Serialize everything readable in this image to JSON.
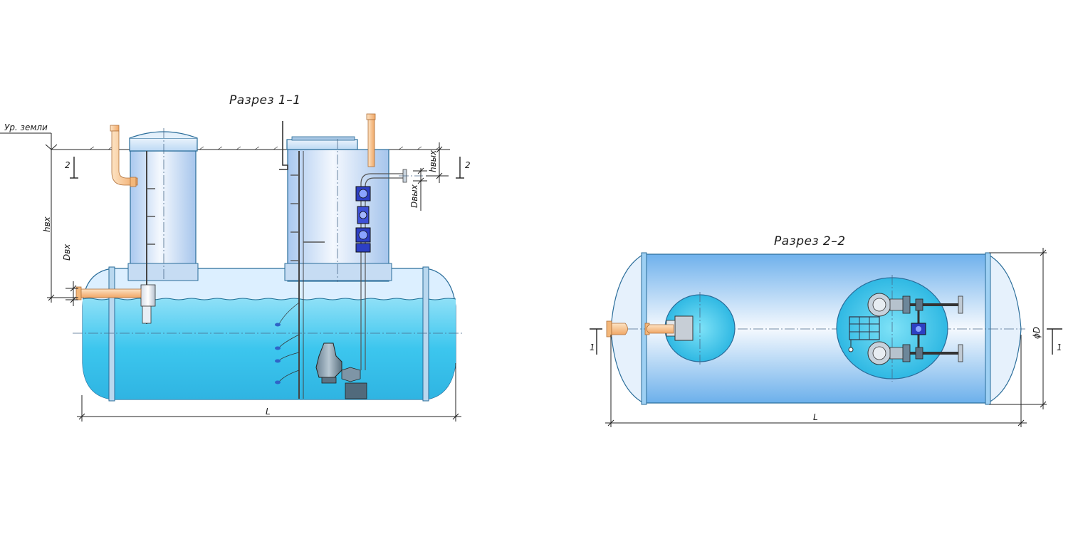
{
  "section_1": {
    "title": "Разрез 1–1",
    "ground_label": "Ур. земли",
    "dim_h_in": "hвх",
    "dim_d_in": "Dвх",
    "dim_h_out": "hвых",
    "dim_d_out": "Dвых",
    "dim_length": "L",
    "cut_mark": "2"
  },
  "section_2": {
    "title": "Разрез 2–2",
    "dim_diameter": "ϕD",
    "dim_length": "L",
    "cut_mark": "1"
  },
  "colors": {
    "water": "#32c3ec",
    "vessel_top": "#eef6fd",
    "vessel_edge": "#2a6d9a",
    "pipe_orange": "#f6c48e",
    "valve_blue": "#2d3fc4"
  }
}
